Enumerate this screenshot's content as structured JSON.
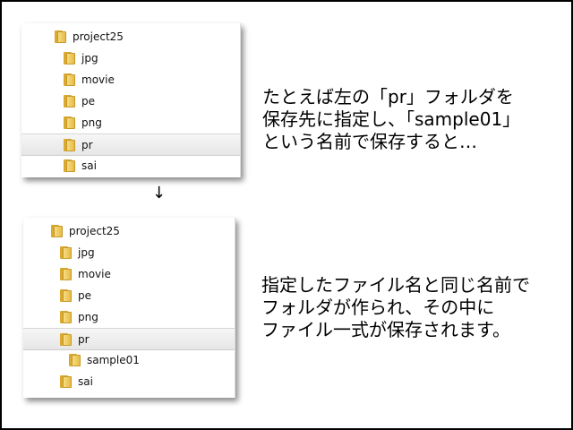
{
  "top_tree": {
    "items": [
      {
        "label": "project25",
        "level": 0,
        "selected": false
      },
      {
        "label": "jpg",
        "level": 1,
        "selected": false
      },
      {
        "label": "movie",
        "level": 1,
        "selected": false
      },
      {
        "label": "pe",
        "level": 1,
        "selected": false
      },
      {
        "label": "png",
        "level": 1,
        "selected": false
      },
      {
        "label": "pr",
        "level": 1,
        "selected": true
      },
      {
        "label": "sai",
        "level": 1,
        "selected": false
      }
    ]
  },
  "arrow": "↓",
  "bottom_tree": {
    "items": [
      {
        "label": "project25",
        "level": 0,
        "selected": false
      },
      {
        "label": "jpg",
        "level": 1,
        "selected": false
      },
      {
        "label": "movie",
        "level": 1,
        "selected": false
      },
      {
        "label": "pe",
        "level": 1,
        "selected": false
      },
      {
        "label": "png",
        "level": 1,
        "selected": false
      },
      {
        "label": "pr",
        "level": 1,
        "selected": true
      },
      {
        "label": "sample01",
        "level": 2,
        "selected": false
      },
      {
        "label": "sai",
        "level": 1,
        "selected": false
      }
    ]
  },
  "notes": {
    "top": [
      "たとえば左の「pr」フォルダを",
      "保存先に指定し、「sample01」",
      "という名前で保存すると…"
    ],
    "bottom": [
      "指定したファイル名と同じ名前で",
      "フォルダが作られ、その中に",
      "ファイル一式が保存されます。"
    ]
  },
  "colors": {
    "folder": "#e7bb45",
    "selected_row": "#e6e6e6",
    "border": "#000000"
  }
}
